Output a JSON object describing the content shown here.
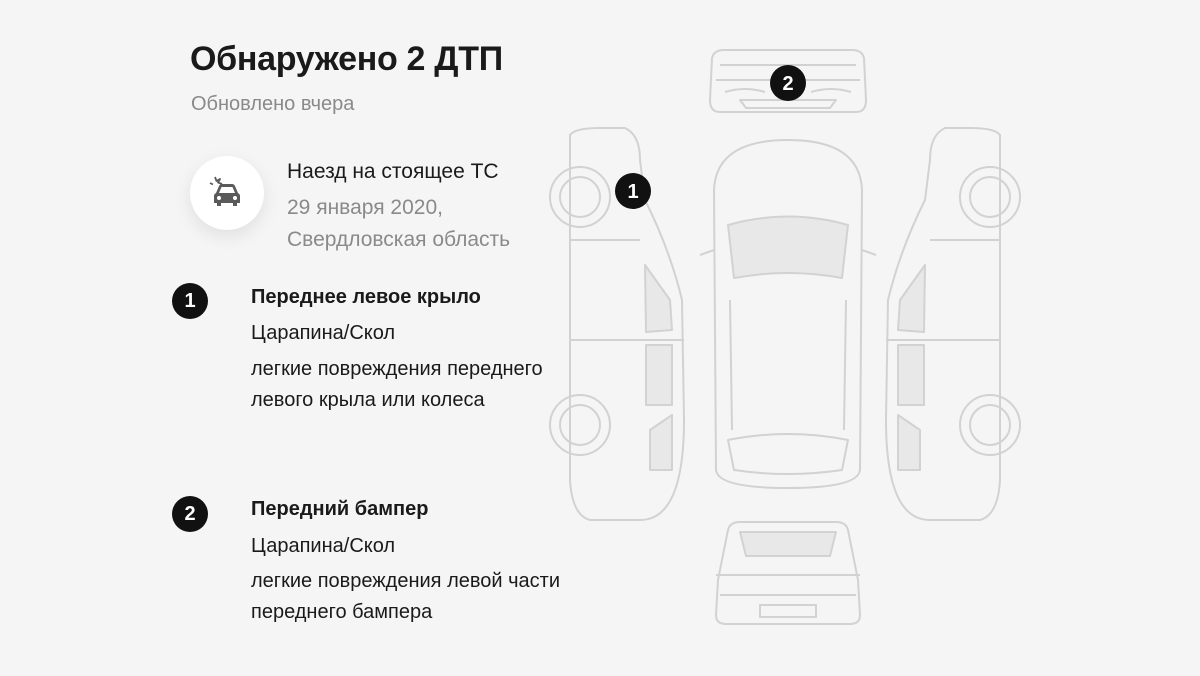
{
  "header": {
    "title": "Обнаружено 2 ДТП",
    "updated": "Обновлено вчера"
  },
  "incident": {
    "icon": "car-crash-icon",
    "title": "Наезд на стоящее ТС",
    "date": "29 января 2020,",
    "region": "Свердловская область"
  },
  "damages": [
    {
      "number": "1",
      "name": "Переднее левое крыло",
      "type": "Царапина/Скол",
      "description": "легкие повреждения переднего левого крыла или колеса"
    },
    {
      "number": "2",
      "name": "Передний бампер",
      "type": "Царапина/Скол",
      "description": "легкие повреждения левой части переднего бампера"
    }
  ],
  "diagram": {
    "markers": [
      "1",
      "2"
    ],
    "line_color": "#d2d2d2",
    "glass_color": "#e8e8e8"
  }
}
